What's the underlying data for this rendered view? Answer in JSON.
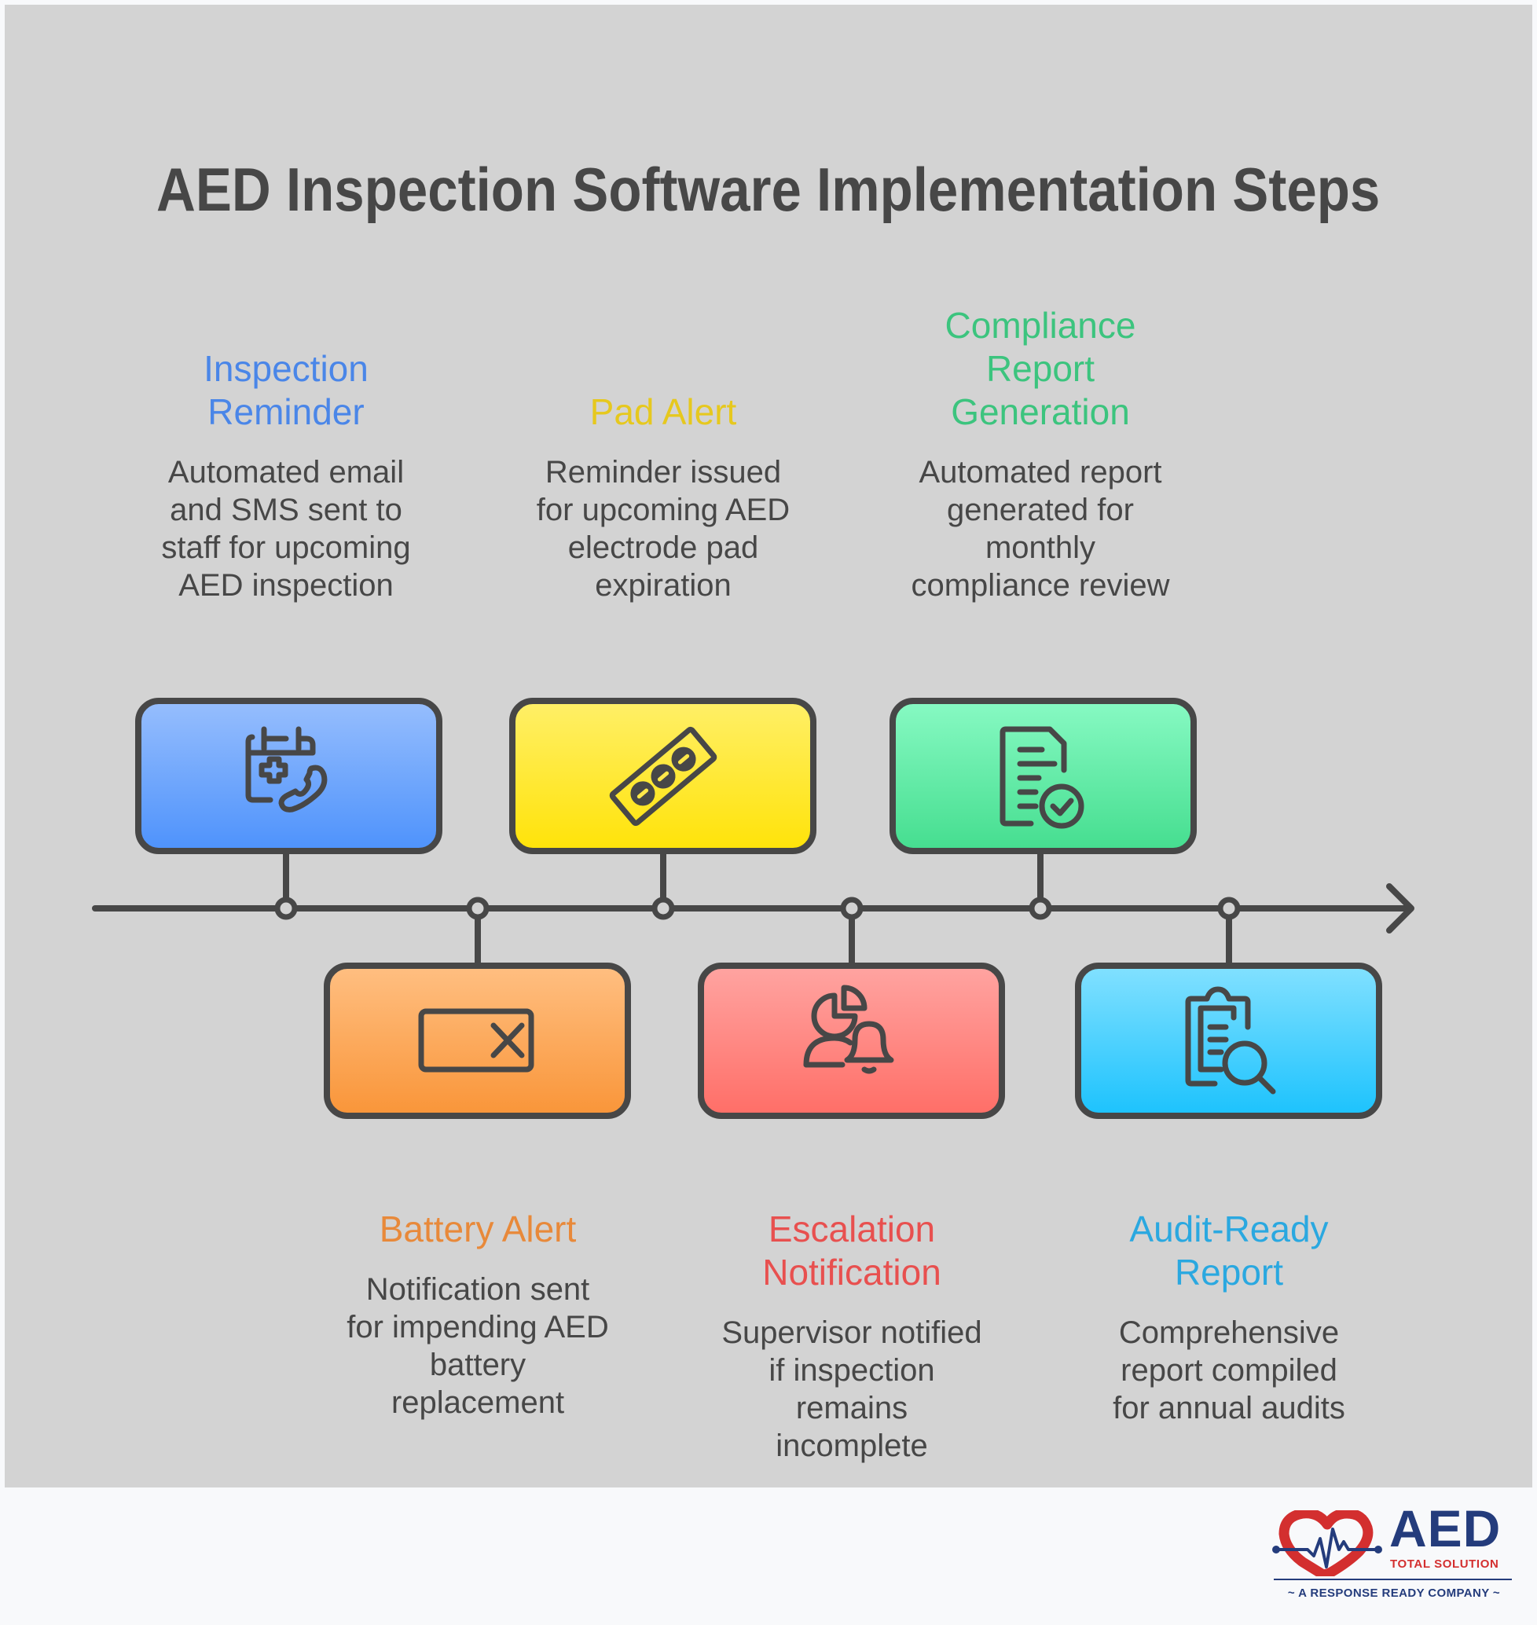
{
  "title": "AED Inspection Software Implementation Steps",
  "colors": {
    "panel_bg": "#D3D3D3",
    "page_bg": "#F8F9FB",
    "stroke": "#474747"
  },
  "steps": [
    {
      "title": "Inspection\nReminder",
      "body": "Automated email\nand SMS sent to\nstaff for upcoming\nAED inspection",
      "icon": "calendar-medical-phone-icon",
      "title_color": "#4A86E8",
      "box_gradient": [
        "#95BDFD",
        "#4F93FC"
      ],
      "position": "top"
    },
    {
      "title": "Battery Alert",
      "body": "Notification sent\nfor impending AED\nbattery\nreplacement",
      "icon": "battery-empty-x-icon",
      "title_color": "#E8893A",
      "box_gradient": [
        "#FFBE80",
        "#F9963A"
      ],
      "position": "bottom"
    },
    {
      "title": "Pad Alert",
      "body": "Reminder issued\nfor upcoming AED\nelectrode pad\nexpiration",
      "icon": "electrode-pad-strip-icon",
      "title_color": "#E6C81E",
      "box_gradient": [
        "#FFEF66",
        "#FFE30A"
      ],
      "position": "top"
    },
    {
      "title": "Escalation\nNotification",
      "body": "Supervisor notified\nif inspection\nremains\nincomplete",
      "icon": "supervisor-bell-icon",
      "title_color": "#E8504F",
      "box_gradient": [
        "#FFA3A0",
        "#FF6F68"
      ],
      "position": "bottom"
    },
    {
      "title": "Compliance\nReport\nGeneration",
      "body": "Automated report\ngenerated for\nmonthly\ncompliance review",
      "icon": "document-check-icon",
      "title_color": "#3CC47E",
      "box_gradient": [
        "#86F9C2",
        "#46DE90"
      ],
      "position": "top"
    },
    {
      "title": "Audit-Ready\nReport",
      "body": "Comprehensive\nreport compiled\nfor annual audits",
      "icon": "clipboard-search-icon",
      "title_color": "#2AA8E0",
      "box_gradient": [
        "#80E0FF",
        "#1EC3FD"
      ],
      "position": "bottom"
    }
  ],
  "logo": {
    "brand": "AED",
    "sub": "TOTAL SOLUTION",
    "tagline": "~ A RESPONSE READY COMPANY ~",
    "navy": "#243C7C",
    "red": "#D32F2F"
  }
}
